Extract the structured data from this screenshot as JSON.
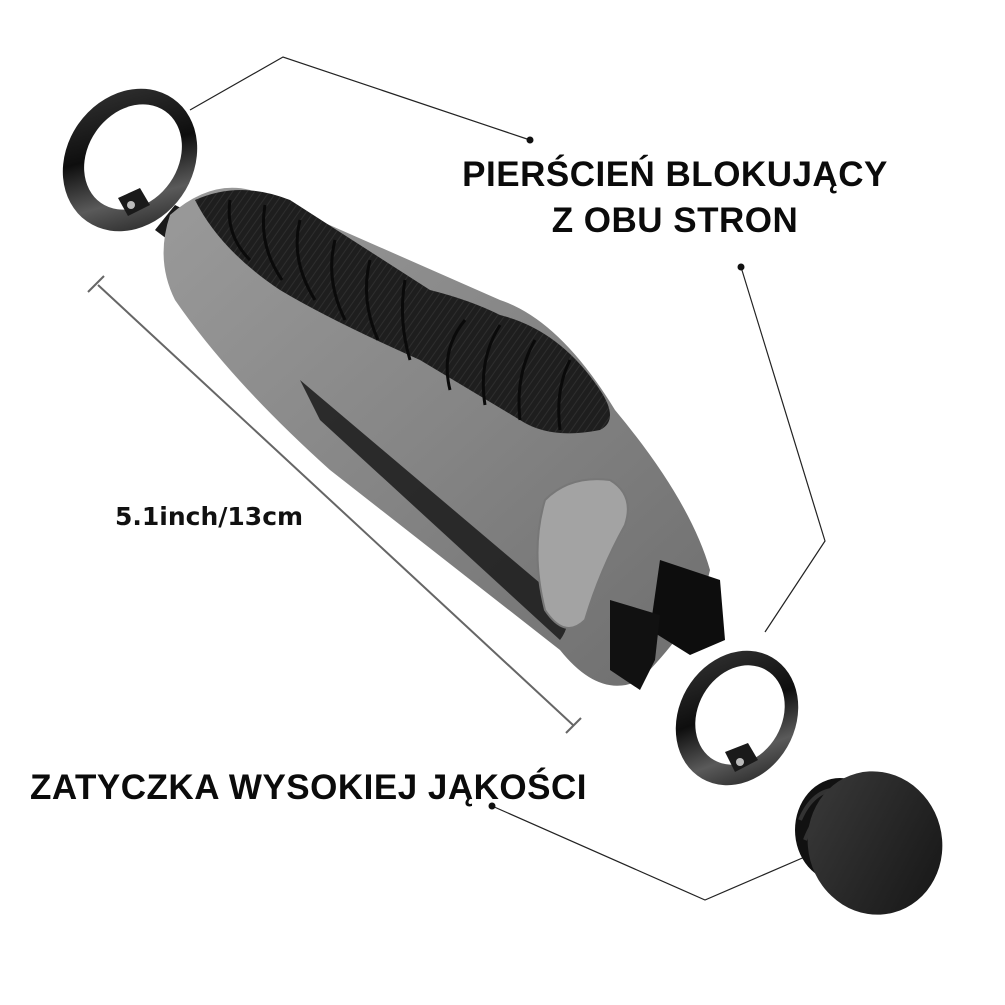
{
  "callouts": {
    "locking_ring": {
      "line1": "PIERŚCIEŃ BLOKUJĄCY",
      "line2": "Z OBU STRON"
    },
    "end_plug": {
      "text": "ZATYCZKA WYSOKIEJ JĄKOŚCI"
    },
    "dimension": {
      "text": "5.1inch/13cm"
    }
  },
  "colors": {
    "background": "#ffffff",
    "grip_gray": "#8a8a8a",
    "grip_black": "#1c1c1c",
    "text": "#0b0b0b",
    "leader_line": "#222222",
    "dimension_line": "#666666"
  }
}
